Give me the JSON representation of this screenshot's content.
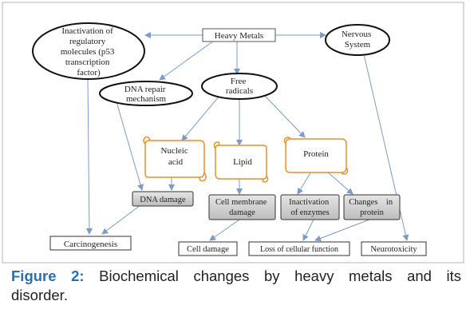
{
  "nodes": {
    "heavy_metals": "Heavy Metals",
    "inactivation_regulatory": [
      "Inactivation of",
      "regulatory",
      "molecules (p53",
      "transcription",
      "factor)"
    ],
    "nervous_system": [
      "Nervous",
      "System"
    ],
    "dna_repair": [
      "DNA repair",
      "mechanism"
    ],
    "free_radicals": [
      "Free",
      "radicals"
    ],
    "nucleic_acid": [
      "Nucleic",
      "acid"
    ],
    "lipid": "Lipid",
    "protein": "Protein",
    "dna_damage": "DNA damage",
    "cell_membrane_damage": [
      "Cell membrane",
      "damage"
    ],
    "inactivation_enzymes": [
      "Inactivation",
      "of enzymes"
    ],
    "changes_protein": [
      "Changes    in",
      "protein"
    ],
    "carcinogenesis": "Carcinogenesis",
    "cell_damage": "Cell damage",
    "loss_cellular": "Loss of cellular function",
    "neurotoxicity": "Neurotoxicity"
  },
  "caption": {
    "label": "Figure 2:",
    "text_line1": "Biochemical changes by heavy metals and its",
    "text_line2": "disorder."
  },
  "colors": {
    "arrow": "#7a9cc6",
    "scroll_border": "#e8902e",
    "gray_box": "#c8c8c8",
    "caption_label": "#2a6fb0"
  }
}
